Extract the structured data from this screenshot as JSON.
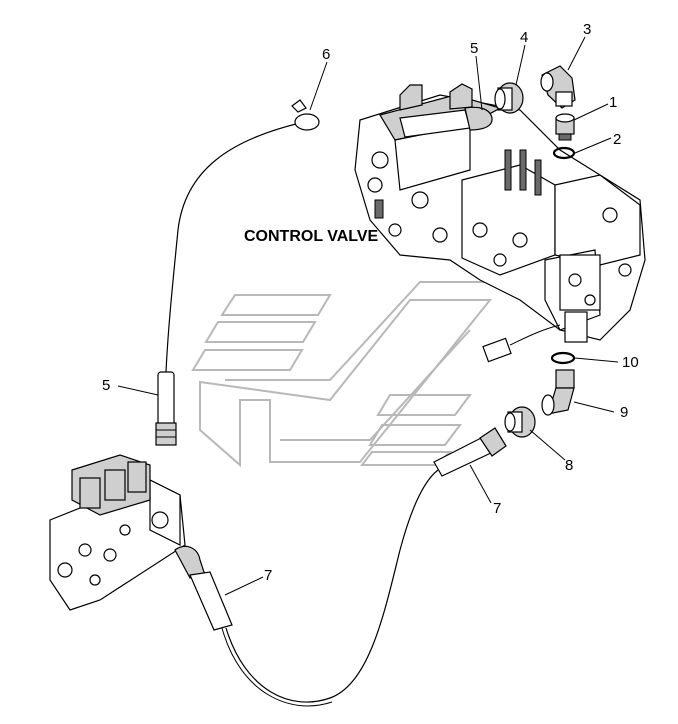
{
  "title": "CONTROL VALVE",
  "callouts": [
    {
      "id": "c1",
      "text": "1"
    },
    {
      "id": "c2",
      "text": "2"
    },
    {
      "id": "c3",
      "text": "3"
    },
    {
      "id": "c4",
      "text": "4"
    },
    {
      "id": "c5a",
      "text": "5"
    },
    {
      "id": "c5b",
      "text": "5"
    },
    {
      "id": "c6",
      "text": "6"
    },
    {
      "id": "c7a",
      "text": "7"
    },
    {
      "id": "c7b",
      "text": "7"
    },
    {
      "id": "c8",
      "text": "8"
    },
    {
      "id": "c9",
      "text": "9"
    },
    {
      "id": "c10",
      "text": "10"
    }
  ]
}
